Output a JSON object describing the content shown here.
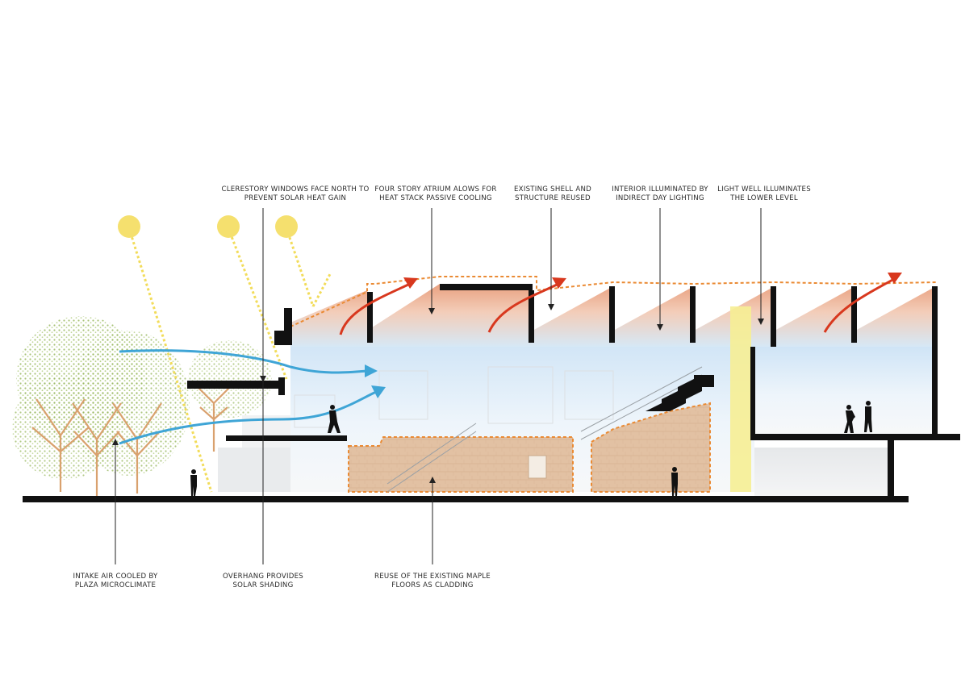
{
  "colors": {
    "sun": "#f5e06e",
    "sun_ray": "#f2dc5a",
    "airflow": "#3fa5d6",
    "hot_air": "#d8381e",
    "outline_dashed": "#ea8a33",
    "maple_cladding": "#e2c1a3",
    "structure": "#111111",
    "tree": "#9ab962",
    "light_well": "#f6ee93"
  },
  "annotations": {
    "clerestory": [
      "CLERESTORY WINDOWS FACE NORTH TO",
      "PREVENT SOLAR HEAT GAIN"
    ],
    "atrium": [
      "FOUR STORY ATRIUM ALOWS FOR",
      "HEAT STACK PASSIVE COOLING"
    ],
    "shell": [
      "EXISTING SHELL AND",
      "STRUCTURE REUSED"
    ],
    "interior": [
      "INTERIOR ILLUMINATED BY",
      "INDIRECT DAY LIGHTING"
    ],
    "light_well": [
      "LIGHT WELL ILLUMINATES",
      "THE LOWER LEVEL"
    ],
    "intake": [
      "INTAKE AIR COOLED BY",
      "PLAZA MICROCLIMATE"
    ],
    "overhang": [
      "OVERHANG PROVIDES",
      "SOLAR SHADING"
    ],
    "maple": [
      "REUSE OF THE EXISTING MAPLE",
      "FLOORS AS CLADDING"
    ]
  }
}
